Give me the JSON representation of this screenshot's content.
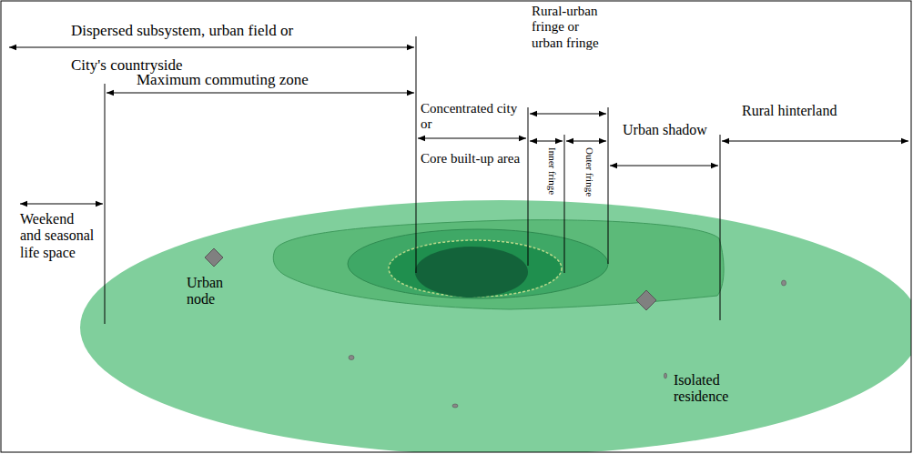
{
  "diagram": {
    "labels": [
      "Dispersed subsystem, urban field or",
      "City's countryside",
      "Maximum commuting zone",
      "Weekend and seasonal life space",
      "Concentrated city or",
      "Core built-up area",
      "Rural-urban fringe or urban fringe",
      "Inner fringe",
      "Outer fringe",
      "Urban shadow",
      "Rural hinterland",
      "Urban node",
      "Isolated residence"
    ]
  }
}
